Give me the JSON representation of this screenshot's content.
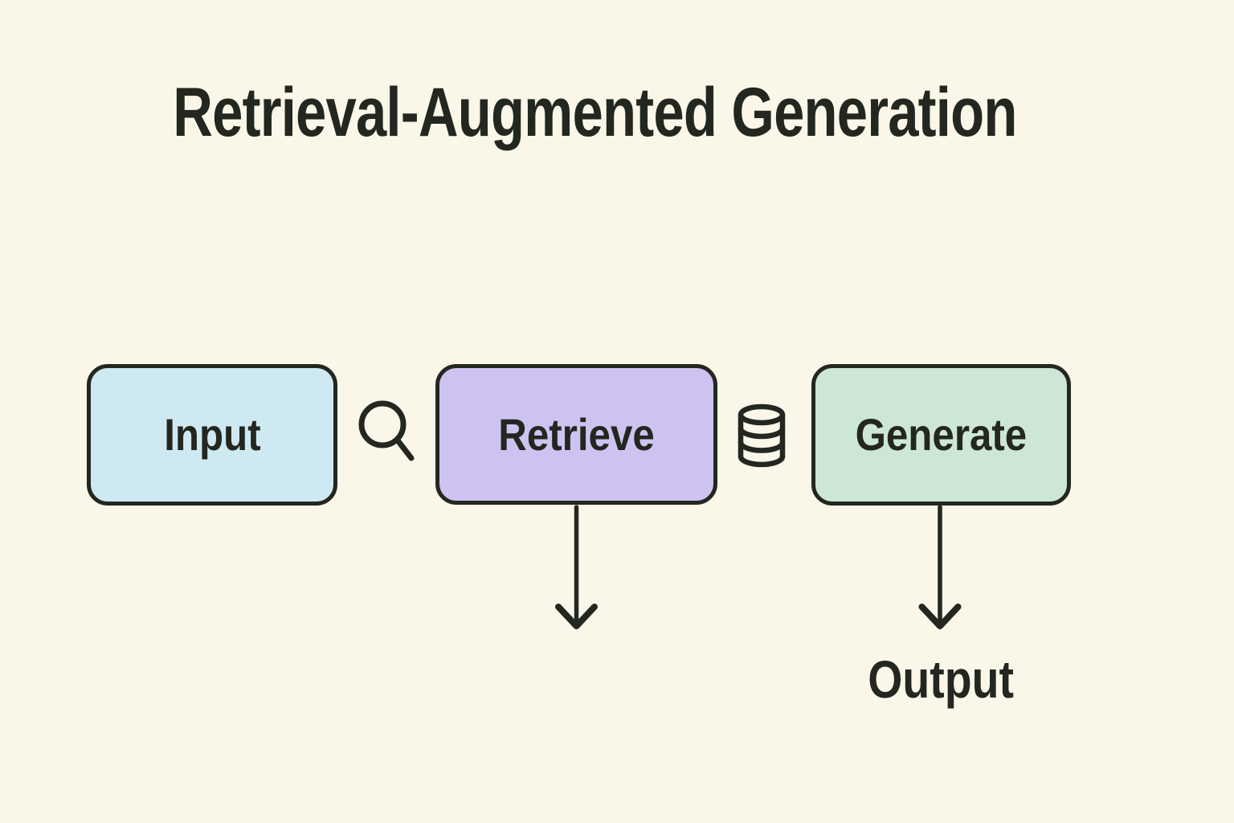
{
  "title": "Retrieval-Augmented Generation",
  "diagram": {
    "nodes": [
      {
        "id": "input",
        "label": "Input"
      },
      {
        "id": "retrieve",
        "label": "Retrieve"
      },
      {
        "id": "generate",
        "label": "Generate"
      }
    ],
    "connector_icons": [
      {
        "name": "search-icon",
        "between": "input-retrieve"
      },
      {
        "name": "database-icon",
        "between": "retrieve-generate"
      }
    ],
    "output_label": "Output"
  },
  "colors": {
    "bg": "#FAF7E9",
    "ink": "#232720",
    "box_input": "#CFE9F2",
    "box_retrieve": "#CEC3F0",
    "box_generate": "#CDE7D4"
  }
}
